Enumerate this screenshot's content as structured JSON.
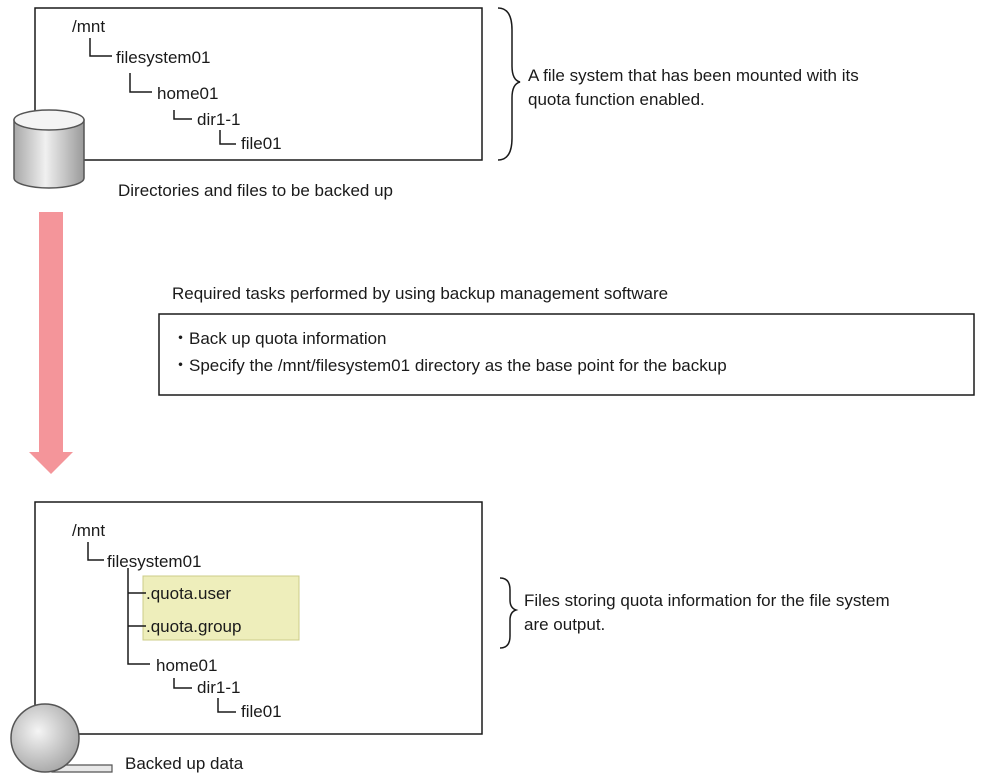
{
  "source": {
    "tree": {
      "root": "/mnt",
      "filesystem": "filesystem01",
      "home": "home01",
      "dir": "dir1-1",
      "file": "file01"
    },
    "caption": "Directories and files to be backed up",
    "note_lines": [
      "A file system that has been mounted with its",
      "quota function enabled."
    ]
  },
  "tasks": {
    "heading": "Required tasks performed by using backup management software",
    "items": [
      "・Back up quota information",
      "・Specify the /mnt/filesystem01 directory as the base point for the backup"
    ]
  },
  "backup": {
    "tree": {
      "root": "/mnt",
      "filesystem": "filesystem01",
      "quota_user": ".quota.user",
      "quota_group": ".quota.group",
      "home": "home01",
      "dir": "dir1-1",
      "file": "file01"
    },
    "caption": "Backed up data",
    "note_lines": [
      "Files storing quota information for the file system",
      "are output."
    ]
  },
  "colors": {
    "arrow": "#f4959a",
    "highlight_fill": "#eeeebb",
    "highlight_stroke": "#cccc88",
    "line": "#1a1a1a",
    "cylinder_top": "#f4f4f4",
    "cylinder_body": "#d6d6d6"
  }
}
